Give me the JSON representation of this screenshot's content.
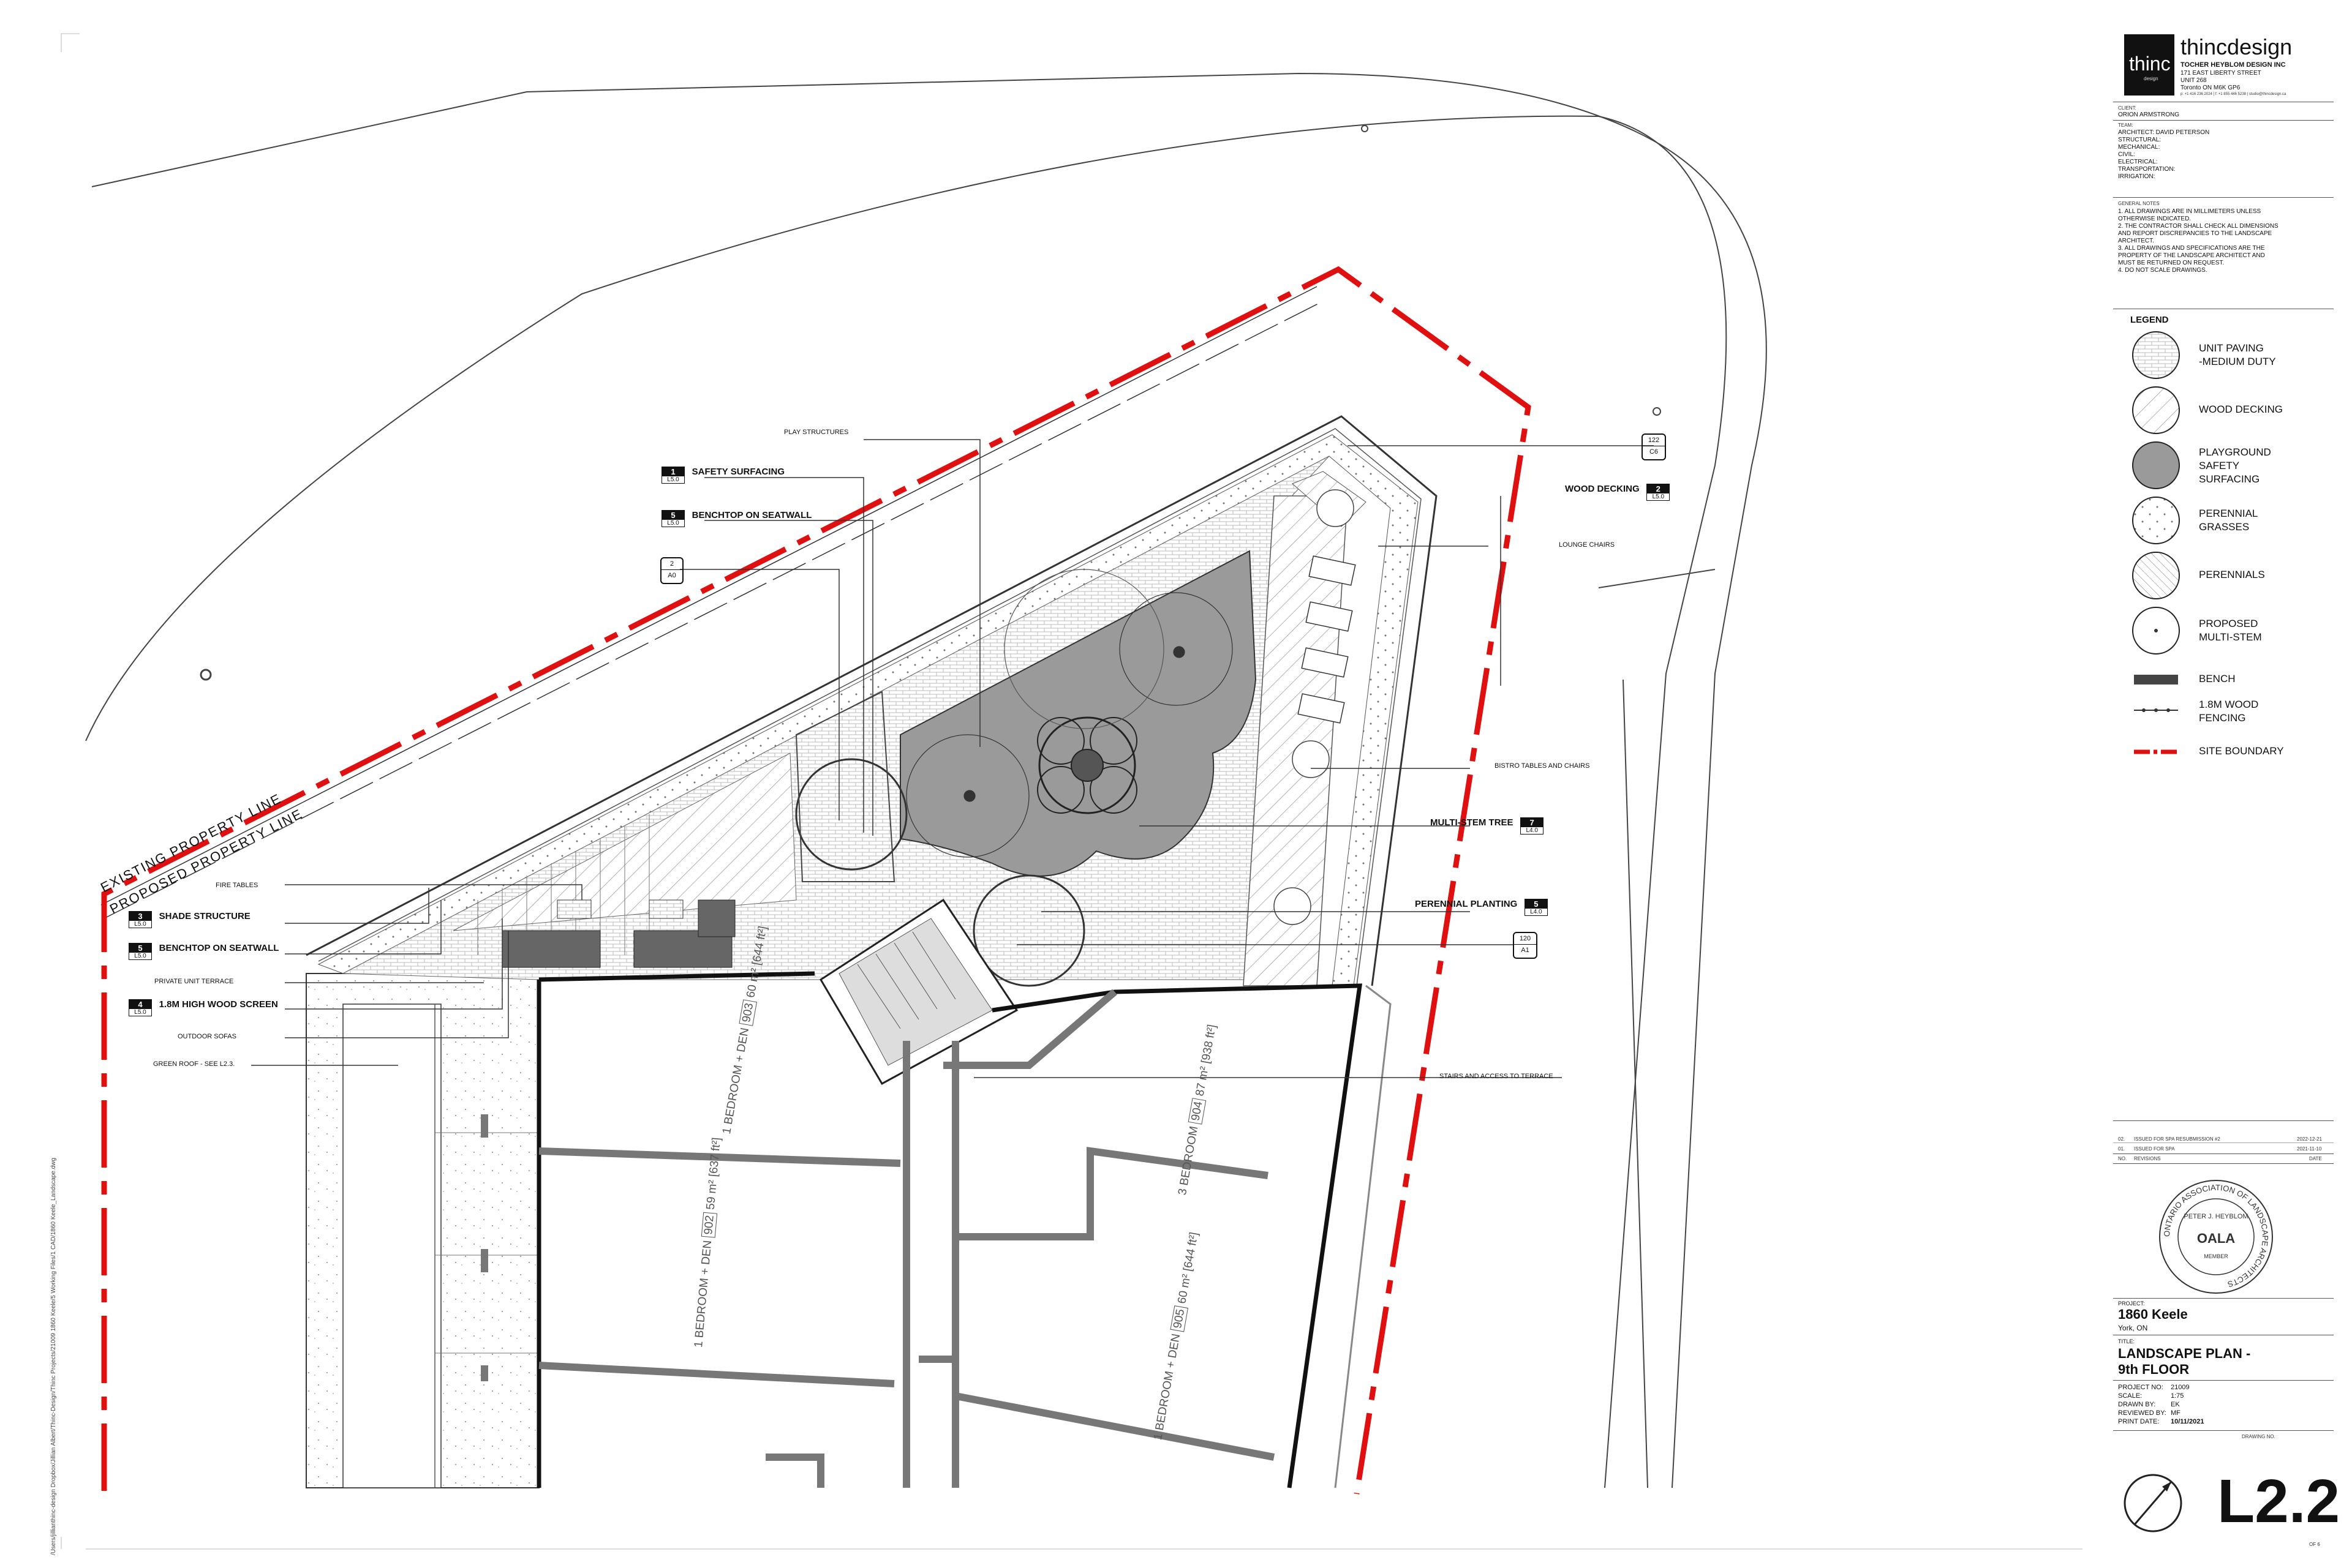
{
  "title_block": {
    "logo_text": "thinc",
    "logo_sub": "design",
    "brand": "thincdesign",
    "firm": "TOCHER HEYBLOM DESIGN INC",
    "address": [
      "171 EAST LIBERTY STREET",
      "UNIT 268",
      "Toronto ON M6K GP6"
    ],
    "contact": "p: +1 416 236 2024 | f: +1 855 446 5238 | studio@thincdesign.ca",
    "client_label": "CLIENT:",
    "client": "ORION ARMSTRONG",
    "team_label": "TEAM:",
    "team": [
      "ARCHITECT:  DAVID PETERSON",
      "STRUCTURAL:",
      "MECHANICAL:",
      "CIVIL:",
      "ELECTRICAL:",
      "TRANSPORTATION:",
      "IRRIGATION:"
    ],
    "notes_label": "GENERAL NOTES",
    "notes": [
      "1.   ALL DRAWINGS ARE IN MILLIMETERS UNLESS",
      "      OTHERWISE INDICATED.",
      "2.   THE CONTRACTOR SHALL CHECK ALL DIMENSIONS",
      "      AND REPORT DISCREPANCIES TO THE LANDSCAPE",
      "      ARCHITECT.",
      "3.   ALL DRAWINGS AND SPECIFICATIONS ARE THE",
      "      PROPERTY OF THE LANDSCAPE ARCHITECT AND",
      "      MUST BE RETURNED ON REQUEST.",
      "4.   DO NOT SCALE DRAWINGS."
    ],
    "legend_title": "LEGEND",
    "legend": [
      {
        "label": "UNIT PAVING\n-MEDIUM DUTY",
        "symbol": "brick"
      },
      {
        "label": "WOOD DECKING",
        "symbol": "diagonal"
      },
      {
        "label": "PLAYGROUND\nSAFETY\nSURFACING",
        "symbol": "grey"
      },
      {
        "label": "PERENNIAL\nGRASSES",
        "symbol": "dots"
      },
      {
        "label": "PERENNIALS",
        "symbol": "dense-diagonal"
      },
      {
        "label": "PROPOSED\nMULTI-STEM",
        "symbol": "tree"
      },
      {
        "label": "BENCH",
        "symbol": "bench"
      },
      {
        "label": "1.8M WOOD\nFENCING",
        "symbol": "fence"
      },
      {
        "label": "SITE BOUNDARY",
        "symbol": "boundary"
      }
    ],
    "revisions": [
      {
        "no": "02.",
        "desc": "ISSUED FOR SPA RESUBMISSION #2",
        "date": "2022-12-21"
      },
      {
        "no": "01.",
        "desc": "ISSUED FOR SPA",
        "date": "2021-11-10"
      }
    ],
    "rev_header": [
      "NO.",
      "REVISIONS",
      "DATE"
    ],
    "seal_ring": "ONTARIO ASSOCIATION OF LANDSCAPE ARCHITECTS",
    "seal_name": "PETER J. HEYBLOM",
    "seal_logo": "OALA",
    "seal_member": "MEMBER",
    "project_label": "PROJECT:",
    "project": "1860 Keele",
    "location": "York, ON",
    "title_label": "TITLE:",
    "title": [
      "LANDSCAPE PLAN -",
      "9th FLOOR"
    ],
    "fields": [
      {
        "k": "PROJECT NO:",
        "v": "21009"
      },
      {
        "k": "SCALE:",
        "v": "1:75"
      },
      {
        "k": "DRAWN BY:",
        "v": "EK"
      },
      {
        "k": "REVIEWED BY:",
        "v": "MF"
      },
      {
        "k": "PRINT DATE:",
        "v": "10/11/2021"
      }
    ],
    "dwg_label": "DRAWING NO.",
    "drawing_no": "L2.2",
    "of_label": "OF 6"
  },
  "callouts": {
    "play_structures": "PLAY STRUCTURES",
    "safety": {
      "num": "1",
      "sheet": "L5.0",
      "label": "SAFETY SURFACING"
    },
    "benchtop1": {
      "num": "5",
      "sheet": "L5.0",
      "label": "BENCHTOP ON SEATWALL"
    },
    "section_a": {
      "num": "2",
      "sheet": "A0"
    },
    "wood_decking": {
      "num": "2",
      "sheet": "L5.0",
      "label": "WOOD DECKING"
    },
    "ref_122": {
      "num": "122",
      "sheet": "C6"
    },
    "lounge": "LOUNGE CHAIRS",
    "bistro": "BISTRO TABLES AND CHAIRS",
    "multistem": {
      "num": "7",
      "sheet": "L4.0",
      "label": "MULTI-STEM TREE"
    },
    "perennial": {
      "num": "5",
      "sheet": "L4.0",
      "label": "PERENNIAL PLANTING"
    },
    "ref_120": {
      "num": "120",
      "sheet": "A1"
    },
    "fire_tables": "FIRE TABLES",
    "shade": {
      "num": "3",
      "sheet": "L5.0",
      "label": "SHADE STRUCTURE"
    },
    "benchtop2": {
      "num": "5",
      "sheet": "L5.0",
      "label": "BENCHTOP ON SEATWALL"
    },
    "private_terrace": "PRIVATE UNIT TERRACE",
    "wood_screen": {
      "num": "4",
      "sheet": "L5.0",
      "label": "1.8M HIGH WOOD SCREEN"
    },
    "outdoor_sofas": "OUTDOOR SOFAS",
    "green_roof": "GREEN ROOF - SEE L2.3.",
    "stairs": "STAIRS AND ACCESS TO TERRACE",
    "existing_pl": "EXISTING PROPERTY LINE",
    "proposed_pl": "PROPOSED PROPERTY LINE"
  },
  "units": [
    {
      "type": "1 BEDROOM + DEN",
      "no": "903",
      "m2": "60 m²",
      "ft2": "[644 ft²]"
    },
    {
      "type": "3 BEDROOM",
      "no": "904",
      "m2": "87 m²",
      "ft2": "[938 ft²]"
    },
    {
      "type": "1 BEDROOM + DEN",
      "no": "902",
      "m2": "59 m²",
      "ft2": "[637 ft²]"
    },
    {
      "type": "1 BEDROOM + DEN",
      "no": "905",
      "m2": "60 m²",
      "ft2": "[644 ft²]"
    }
  ],
  "file_path": "/Users/jillianthinc-design Dropbox/Jillian Albert/Thinc-Design/Thinc Projects/21009 1860 Keele/5 Working Files/1 CAD/1860 Keele_Landscape.dwg",
  "colors": {
    "boundary": "#e01010",
    "play_surface": "#9a9a9a",
    "line": "#222222"
  }
}
